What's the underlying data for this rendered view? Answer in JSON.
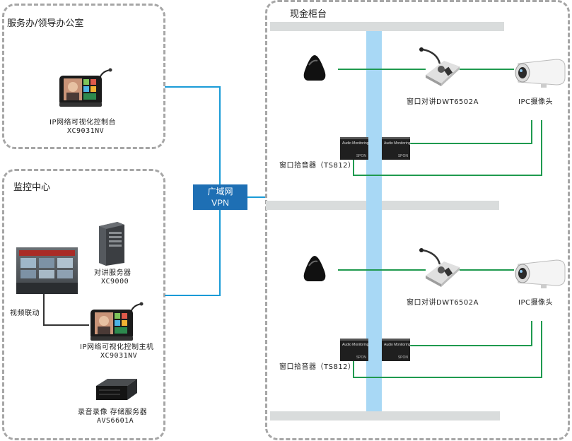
{
  "office": {
    "title": "服务办/领导办公室",
    "console_name": "IP网络可视化控制台",
    "console_model": "XC9031NV"
  },
  "monitor": {
    "title": "监控中心",
    "video_link": "视频联动",
    "wall_text": "",
    "intercom_server_name": "对讲服务器",
    "intercom_server_model": "XC9000",
    "host_name": "IP网络可视化控制主机",
    "host_model": "XC9031NV",
    "recorder_name": "录音录像 存储服务器",
    "recorder_model": "AVS6601A"
  },
  "wan": {
    "line1": "广域网",
    "line2": "VPN"
  },
  "counter": {
    "title": "现金柜台",
    "rows": [
      {
        "intercom": "窗口对讲DWT6502A",
        "camera": "IPC摄像头",
        "pickup": "窗口拾音器（TS812）",
        "box_label": "Audio Monitoring",
        "brand": "SPON"
      },
      {
        "intercom": "窗口对讲DWT6502A",
        "camera": "IPC摄像头",
        "pickup": "窗口拾音器（TS812）",
        "box_label": "Audio Monitoring",
        "brand": "SPON"
      }
    ]
  },
  "colors": {
    "network_line": "#1a9bd7",
    "audio_line": "#1f9a4f",
    "counter_bar": "#d9dcdc",
    "glass": "#a8d8f5",
    "wan_box": "#1e6fb4"
  }
}
